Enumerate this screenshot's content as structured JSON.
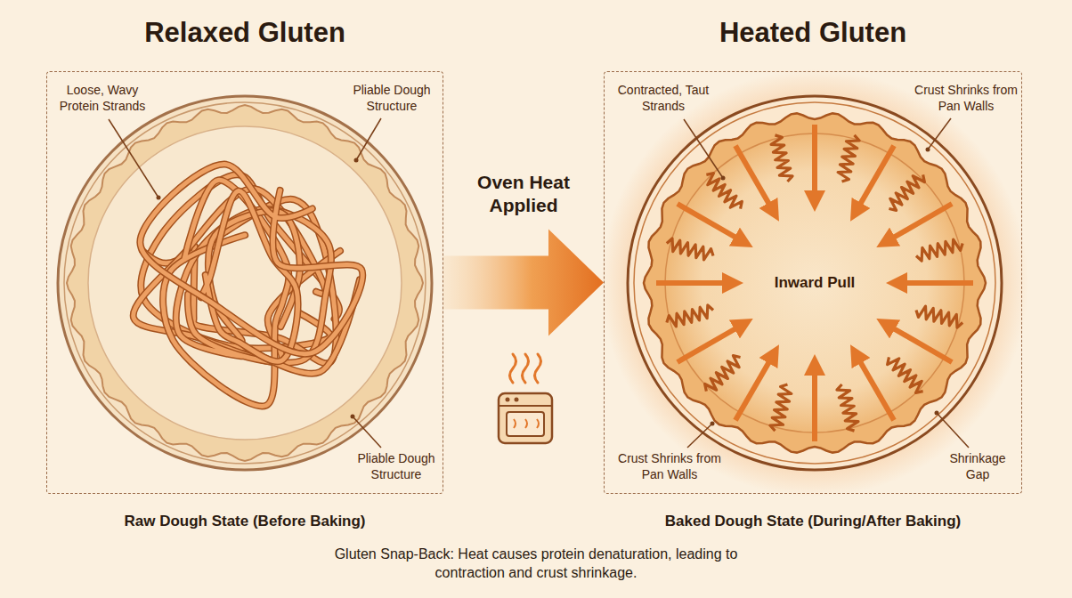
{
  "diagram": {
    "caption": "Gluten Snap-Back: Heat causes protein denaturation, leading to contraction and crust shrinkage.",
    "nodes": [
      {
        "text": [
          "Relaxed Gluten",
          "Raw Dough State (Before Baking)"
        ]
      },
      {
        "text": [
          "Heated Gluten",
          "Baked Dough State (During/After Baking)"
        ]
      }
    ],
    "edges": [
      {
        "from": 0,
        "to": 1,
        "arrow": "to",
        "label": "Oven Heat Applied"
      }
    ],
    "labels": [
      "Loose, Wavy Protein Strands",
      "Pliable Dough Structure",
      "Pliable Dough Structure",
      "Contracted, Taut Strands",
      "Crust Shrinks from Pan Walls",
      "Inward Pull",
      "Crust Shrinks from Pan Walls",
      "Shrinkage Gap"
    ]
  }
}
